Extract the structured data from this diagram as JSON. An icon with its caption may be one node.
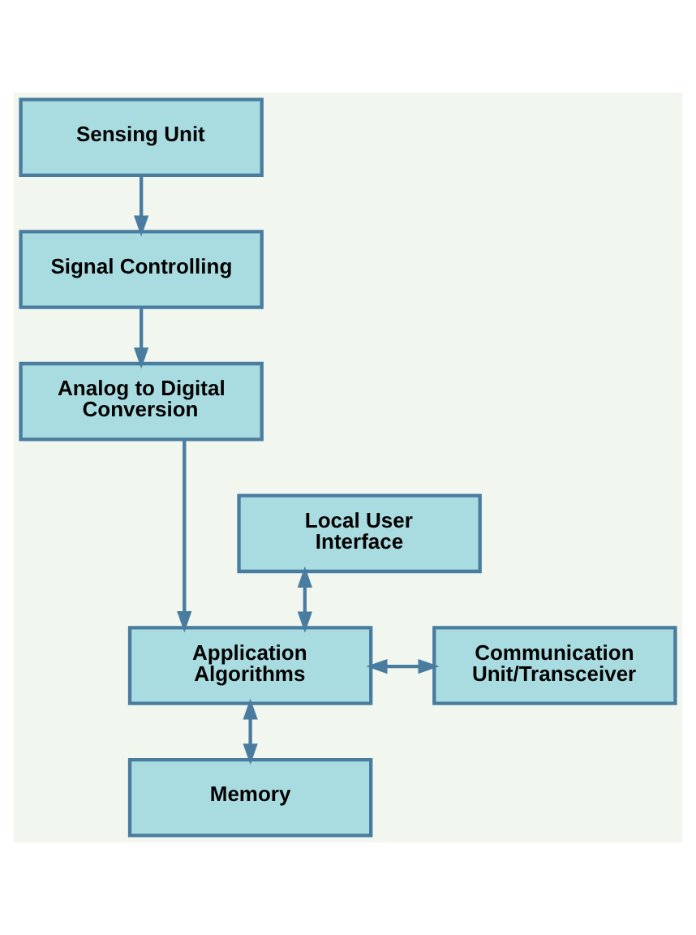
{
  "diagram": {
    "nodes": [
      {
        "text": [
          "Sensing Unit"
        ]
      },
      {
        "text": [
          "Signal Controlling"
        ]
      },
      {
        "text": [
          "Analog to Digital Conversion"
        ]
      },
      {
        "text": [
          "Local User Interface"
        ]
      },
      {
        "text": [
          "Application Algorithms"
        ]
      },
      {
        "text": [
          "Communication Unit/Transceiver"
        ]
      },
      {
        "text": [
          "Memory"
        ]
      }
    ],
    "edges": [
      {
        "from": 0,
        "to": 1,
        "arrow": "to"
      },
      {
        "from": 1,
        "to": 2,
        "arrow": "to"
      },
      {
        "from": 2,
        "to": 4,
        "arrow": "to"
      },
      {
        "from": 3,
        "to": 4,
        "arrow": "both"
      },
      {
        "from": 4,
        "to": 5,
        "arrow": "both"
      },
      {
        "from": 4,
        "to": 6,
        "arrow": "both"
      }
    ]
  }
}
